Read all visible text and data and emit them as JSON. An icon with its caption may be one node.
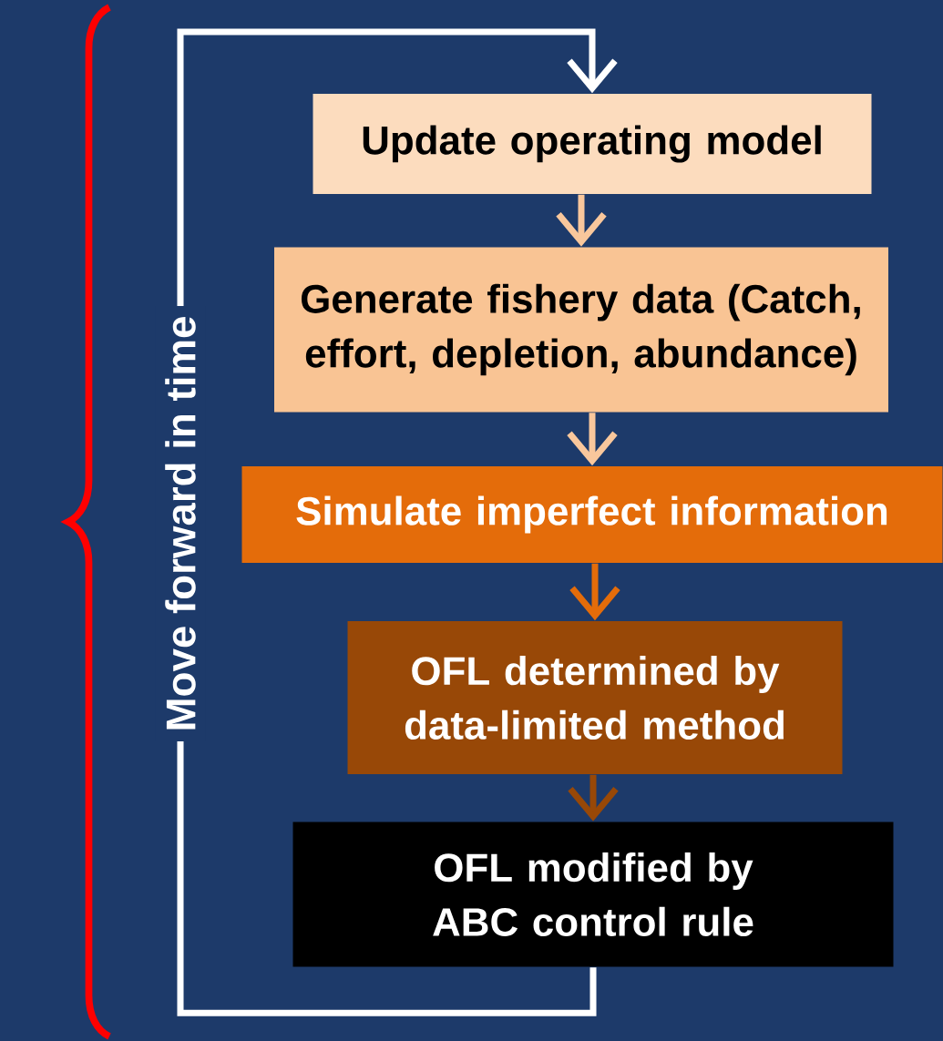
{
  "diagram": {
    "nodes": [
      {
        "text": [
          "Update operating model"
        ]
      },
      {
        "text": [
          "Generate fishery data (Catch, effort, depletion, abundance)"
        ]
      },
      {
        "text": [
          "Simulate imperfect information"
        ]
      },
      {
        "text": [
          "OFL determined by data-limited method"
        ]
      },
      {
        "text": [
          "OFL modified by ABC control rule"
        ]
      }
    ],
    "edges": [
      {
        "from": 0,
        "to": 1,
        "arrow": "to",
        "color": "#f9c79c"
      },
      {
        "from": 1,
        "to": 2,
        "arrow": "to",
        "color": "#f9c79c"
      },
      {
        "from": 2,
        "to": 3,
        "arrow": "to",
        "color": "#e46c0a"
      },
      {
        "from": 3,
        "to": 4,
        "arrow": "to",
        "color": "#984807"
      },
      {
        "from": 4,
        "to": 0,
        "arrow": "to",
        "label": "Move forward in time",
        "color": "#ffffff"
      }
    ]
  }
}
